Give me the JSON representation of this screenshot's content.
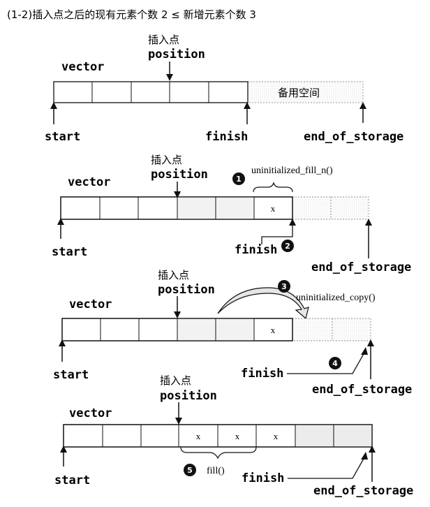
{
  "caption": "(1-2)插入点之后的现有元素个数 2 ≤ 新增元素个数 3",
  "insert_point_label": "插入点",
  "position_label": "position",
  "vector_label": "vector",
  "start_label": "start",
  "finish_label": "finish",
  "end_of_storage_label": "end_of_storage",
  "spare_space_label": "备用空间",
  "cell_value": "x",
  "steps": [
    {
      "num": "1",
      "label": "uninitialized_fill_n()"
    },
    {
      "num": "2",
      "label": ""
    },
    {
      "num": "3",
      "label": "uninitialized_copy()"
    },
    {
      "num": "4",
      "label": ""
    },
    {
      "num": "5",
      "label": "fill()"
    }
  ],
  "colors": {
    "line": "#111111",
    "badge": "#111111",
    "shade": "#f0f0f0",
    "dotted": "#9a9a9a"
  }
}
